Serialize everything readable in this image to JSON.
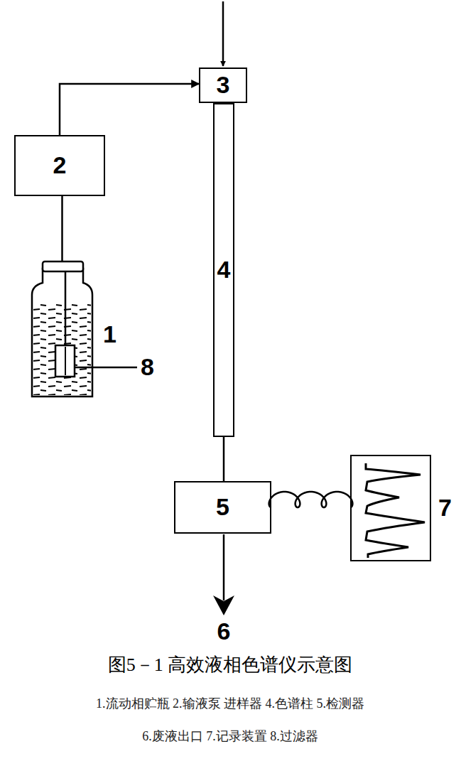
{
  "diagram": {
    "caption": "图5－1 高效液相色谱仪示意图",
    "nodes": [
      {
        "text": [
          "1"
        ]
      },
      {
        "text": [
          "2"
        ]
      },
      {
        "text": [
          "3"
        ]
      },
      {
        "text": [
          "4"
        ]
      },
      {
        "text": [
          "5"
        ]
      },
      {
        "text": [
          "7"
        ]
      }
    ],
    "edges": [
      {
        "from": 0,
        "to": 1,
        "arrow": "none"
      },
      {
        "from": 1,
        "to": 2,
        "arrow": "to"
      },
      {
        "from": 2,
        "to": 3,
        "arrow": "none"
      },
      {
        "from": 3,
        "to": 4,
        "arrow": "none"
      },
      {
        "from": 4,
        "to": 5,
        "arrow": "none"
      }
    ],
    "labels": [
      "8",
      "6",
      "1.流动相贮瓶 2.输液泵 进样器 4.色谱柱 5.检测器",
      "6.废液出口 7.记录装置 8.过滤器"
    ]
  }
}
